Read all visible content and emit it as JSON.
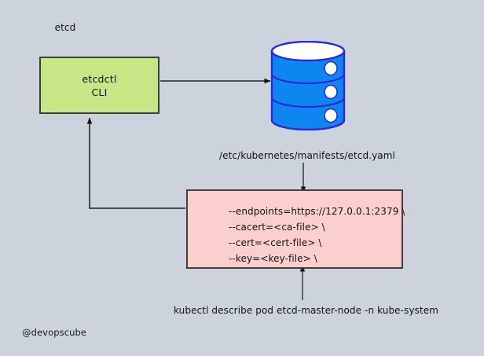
{
  "diagram": {
    "title": "etcd / etcdctl architecture diagram",
    "background_color": "#ccd3dc",
    "watermark": "@devopscube"
  },
  "nodes": {
    "etcdctl": {
      "name": "etcdctl-cli-box",
      "line1": "etcdctl",
      "line2": "CLI",
      "fill_color": "#c7e786",
      "border_color": "#3d3d3d"
    },
    "etcd_store": {
      "name": "etcd-database-cylinder",
      "label": "etcd",
      "fill_color": "#0d87ef",
      "outline_color": "#2a2ad6",
      "top_color": "#ffffff",
      "segments": 3
    },
    "options": {
      "name": "etcdctl-options-box",
      "fill_color": "#fccfcf",
      "border_color": "#4a3c3c",
      "lines": [
        "--endpoints=https://127.0.0.1:2379 \\",
        "--cacert=<ca-file> \\",
        "--cert=<cert-file> \\",
        "--key=<key-file> \\"
      ]
    }
  },
  "labels": {
    "manifest_path": "/etc/kubernetes/manifests/etcd.yaml",
    "kubectl_command": "kubectl describe pod etcd-master-node -n kube-system"
  },
  "connectors": [
    {
      "name": "etcdctl-to-etcd-arrow",
      "from": "etcdctl",
      "to": "etcd_store",
      "style": "straight-right"
    },
    {
      "name": "options-to-etcdctl-arrow",
      "from": "options",
      "to": "etcdctl",
      "style": "elbow-left-up"
    },
    {
      "name": "manifest-to-options-arrow",
      "from": "manifest_path",
      "to": "options",
      "style": "straight-down"
    },
    {
      "name": "kubectl-to-options-arrow",
      "from": "kubectl_command",
      "to": "options",
      "style": "straight-up"
    }
  ]
}
